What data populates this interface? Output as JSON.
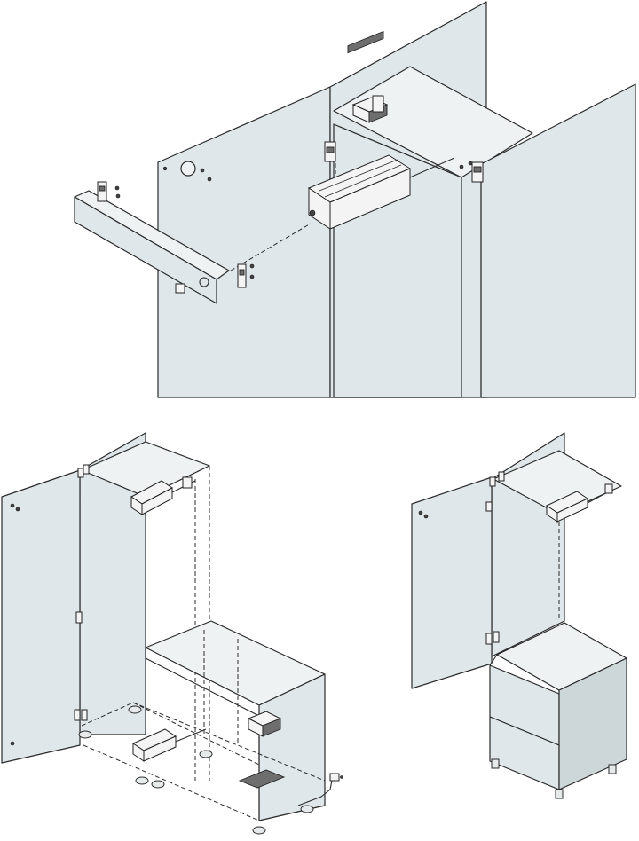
{
  "figure": {
    "views": [
      {
        "id": "exploded-view",
        "description_visible": false
      },
      {
        "id": "tall-cabinet-view",
        "description_visible": false
      },
      {
        "id": "drawer-cabinet-view",
        "description_visible": false
      }
    ],
    "colors": {
      "panel": "#dfe7ea",
      "panel_dark": "#cdd6d9",
      "outline": "#2b2b2b",
      "hardware": "#f4f4f4"
    },
    "icons": [
      "hinge-icon",
      "screw-icon",
      "drive-unit-icon",
      "cabinet-foot-icon",
      "power-cable-icon"
    ]
  }
}
